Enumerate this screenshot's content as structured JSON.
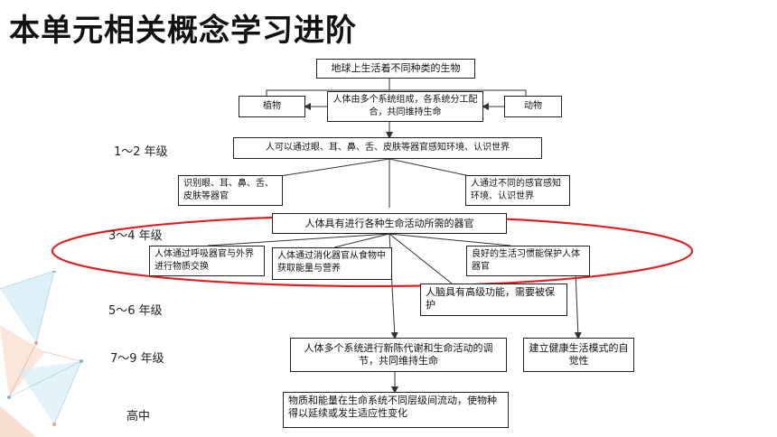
{
  "title": "本单元相关概念学习进阶",
  "grades": {
    "g12": "1～2 年级",
    "g34": "3～4 年级",
    "g56": "5～6 年级",
    "g79": "7～9 年级",
    "high": "高中"
  },
  "boxes": {
    "top": "地球上生活着不同种类的生物",
    "plant": "植物",
    "human_system": "人体由多个系统组成，各系统分工配合，共同维持生命",
    "animal": "动物",
    "senses": "人可以通过眼、耳、鼻、舌、皮肤等器官感知环境、认识世界",
    "identify_organs": "识别眼、耳、鼻、舌、皮肤等器官",
    "different_senses": "人通过不同的感官感知环境、认识世界",
    "organs_life": "人体具有进行各种生命活动所需的器官",
    "respiration": "人体通过呼吸器官与外界进行物质交换",
    "digestion": "人体通过消化器官从食物中获取能量与营养",
    "habits": "良好的生活习惯能保护人体器官",
    "brain": "人脑具有高级功能，需要被保护",
    "metabolism": "人体多个系统进行新陈代谢和生命活动的调节，共同维持生命",
    "healthy": "建立健康生活模式的自觉性",
    "matter_energy": "物质和能量在生命系统不同层级间流动，使物种得以延续或发生适应性变化"
  },
  "colors": {
    "highlight_ellipse": "#e02020",
    "line": "#333333"
  }
}
